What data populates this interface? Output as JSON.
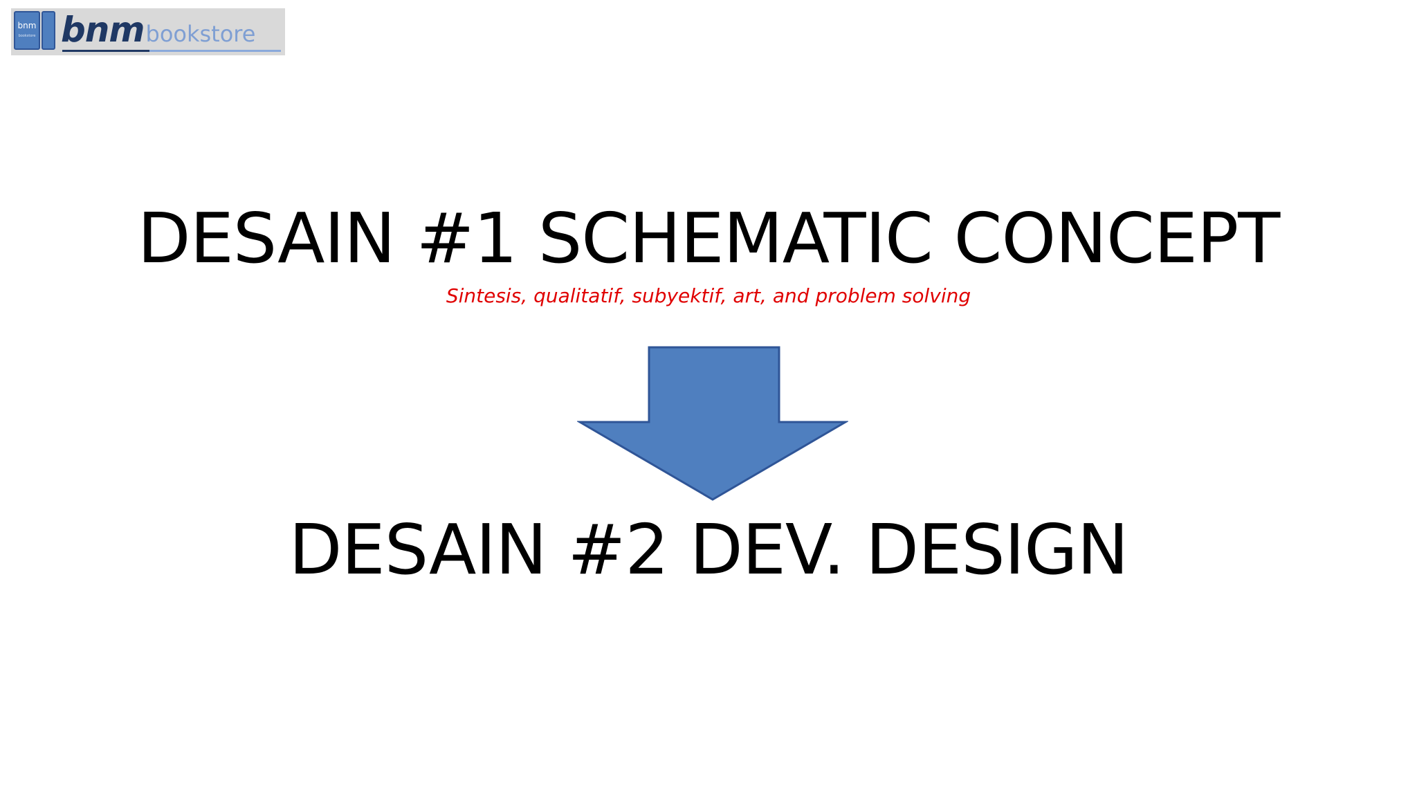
{
  "logo": {
    "book_label": "bnm",
    "book_sublabel": "bookstore",
    "brand_primary": "bnm",
    "brand_secondary": "bookstore"
  },
  "slide": {
    "heading_1": "DESAIN #1 SCHEMATIC CONCEPT",
    "subtitle": "Sintesis, qualitatif, subyektif, art, and problem solving",
    "heading_2": "DESAIN #2 DEV. DESIGN"
  },
  "colors": {
    "arrow_fill": "#4f7fbf",
    "arrow_stroke": "#2f5597",
    "subtitle": "#e00000",
    "heading": "#000000",
    "brand_dark": "#1f3864",
    "brand_light": "#7f9fd3"
  },
  "icons": {
    "arrow": "down-arrow-icon",
    "logo": "book-icon"
  }
}
